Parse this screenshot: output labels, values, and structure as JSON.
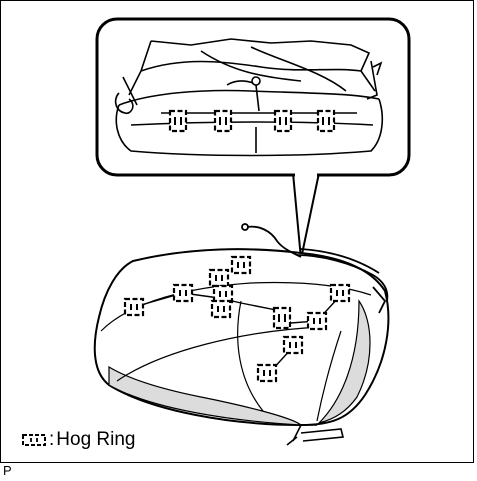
{
  "legend": {
    "icon": "hog-ring-icon",
    "separator": ":",
    "label": "Hog Ring"
  },
  "figure_code": "P",
  "diagram": {
    "subject": "seat-cushion-with-hog-rings",
    "detail_view": "enlarged-rear-edge",
    "hog_rings_in_detail_count": 4,
    "hog_rings_on_cushion_count": 11
  },
  "colors": {
    "line": "#000000",
    "background": "#ffffff",
    "shade": "#dcdcdc"
  }
}
